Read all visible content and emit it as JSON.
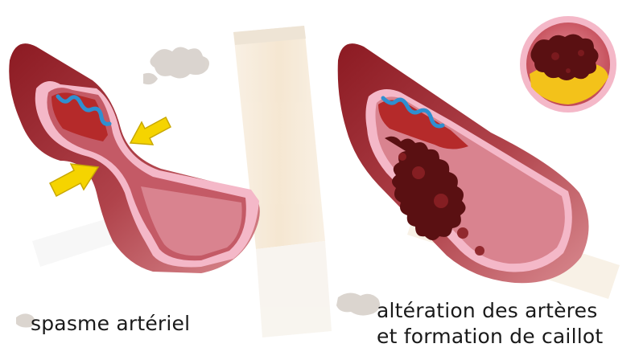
{
  "panels": [
    {
      "caption_lines": [
        "spasme artériel"
      ],
      "arrow_color": "#f5d400",
      "arrow_count": 2
    },
    {
      "caption_lines": [
        "altération des artères",
        "et formation de caillot"
      ],
      "inset_plaque_color": "#f3c21a"
    }
  ],
  "colors": {
    "artery_outer_dark": "#8c1a22",
    "artery_outer_light": "#c86a72",
    "artery_wall_pink": "#f4b8c8",
    "artery_inner": "#b52a2a",
    "blood_stream": "#2f8fd0",
    "clot_dark": "#5a1012",
    "cigarette_faded": "#f3e4cc"
  }
}
